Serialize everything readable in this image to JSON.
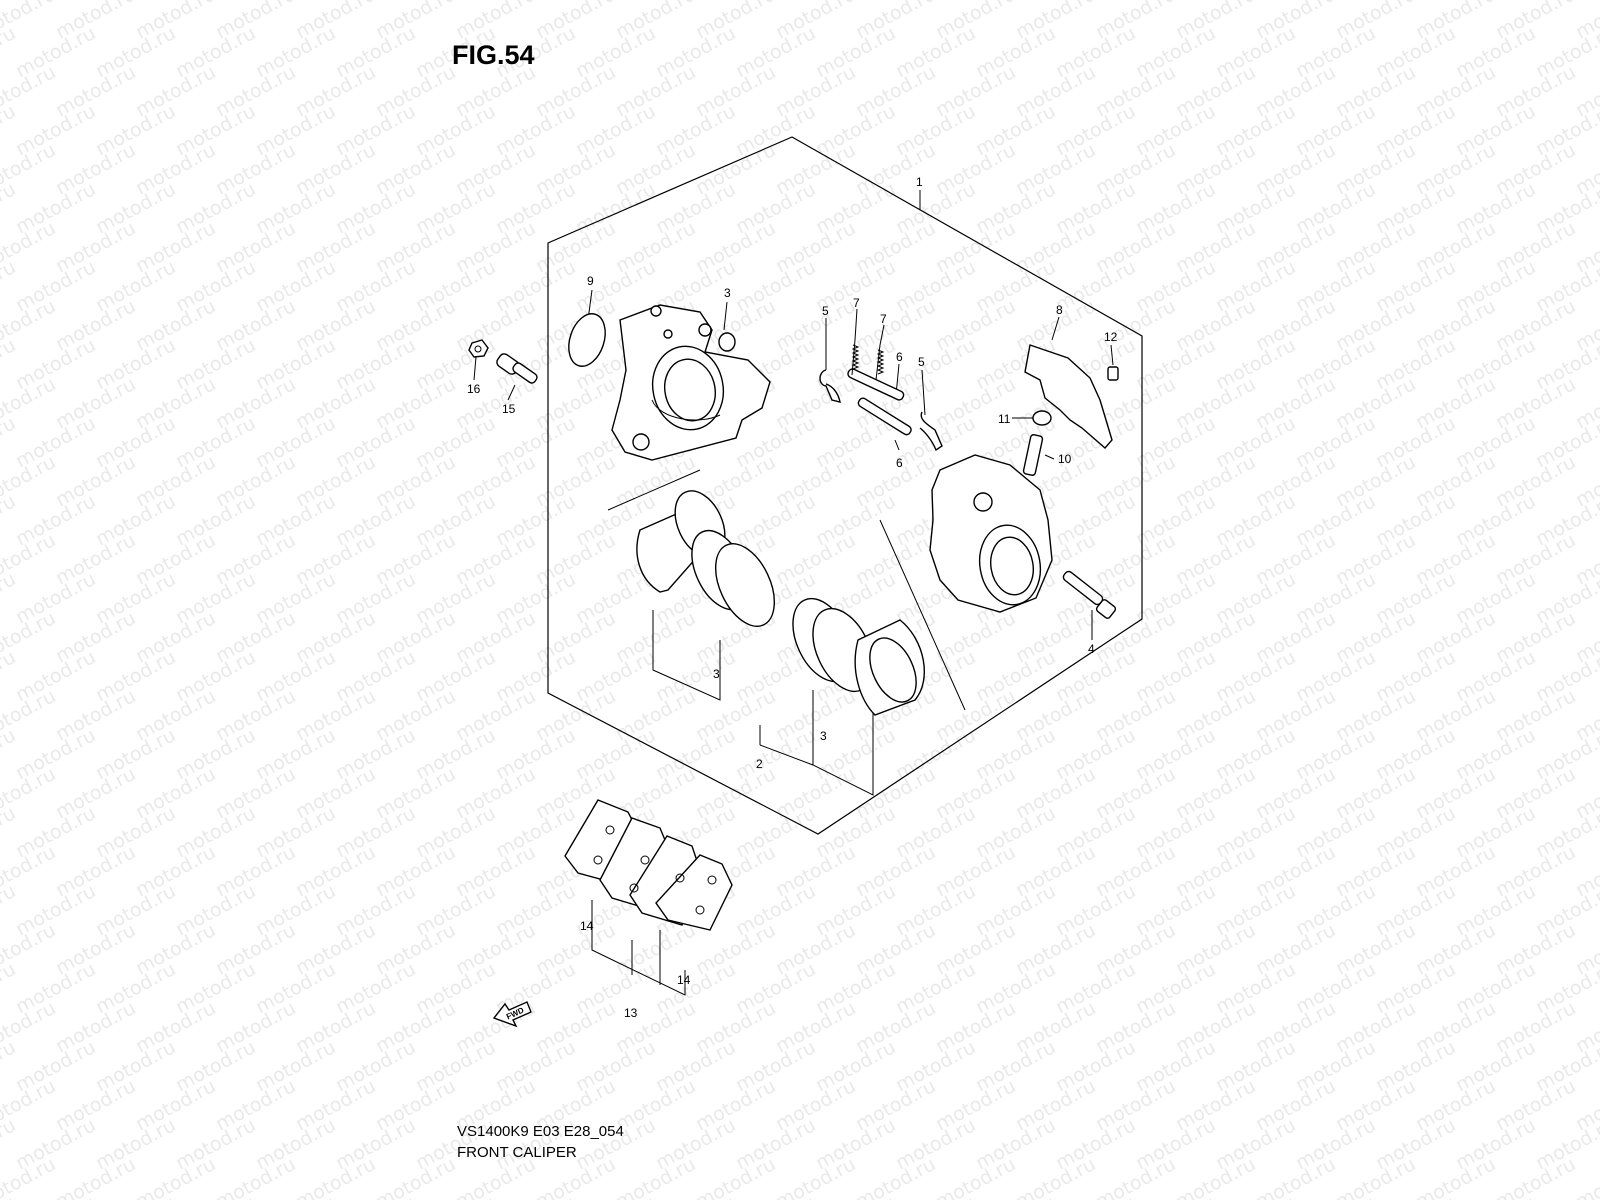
{
  "header": {
    "title": "FIG.54"
  },
  "footer": {
    "model_code": "VS1400K9 E03 E28_054",
    "caption": "FRONT CALIPER"
  },
  "watermark": {
    "text": "motod.ru",
    "opacity": 0.09
  },
  "fwd_label": "FWD",
  "callouts": [
    {
      "id": "c1",
      "label": "1"
    },
    {
      "id": "c2",
      "label": "2"
    },
    {
      "id": "c3a",
      "label": "3"
    },
    {
      "id": "c3b",
      "label": "3"
    },
    {
      "id": "c3c",
      "label": "3"
    },
    {
      "id": "c4",
      "label": "4"
    },
    {
      "id": "c5a",
      "label": "5"
    },
    {
      "id": "c5b",
      "label": "5"
    },
    {
      "id": "c6a",
      "label": "6"
    },
    {
      "id": "c6b",
      "label": "6"
    },
    {
      "id": "c7a",
      "label": "7"
    },
    {
      "id": "c7b",
      "label": "7"
    },
    {
      "id": "c8",
      "label": "8"
    },
    {
      "id": "c9",
      "label": "9"
    },
    {
      "id": "c10",
      "label": "10"
    },
    {
      "id": "c11",
      "label": "11"
    },
    {
      "id": "c12",
      "label": "12"
    },
    {
      "id": "c13",
      "label": "13"
    },
    {
      "id": "c14a",
      "label": "14"
    },
    {
      "id": "c14b",
      "label": "14"
    },
    {
      "id": "c15",
      "label": "15"
    },
    {
      "id": "c16",
      "label": "16"
    }
  ]
}
